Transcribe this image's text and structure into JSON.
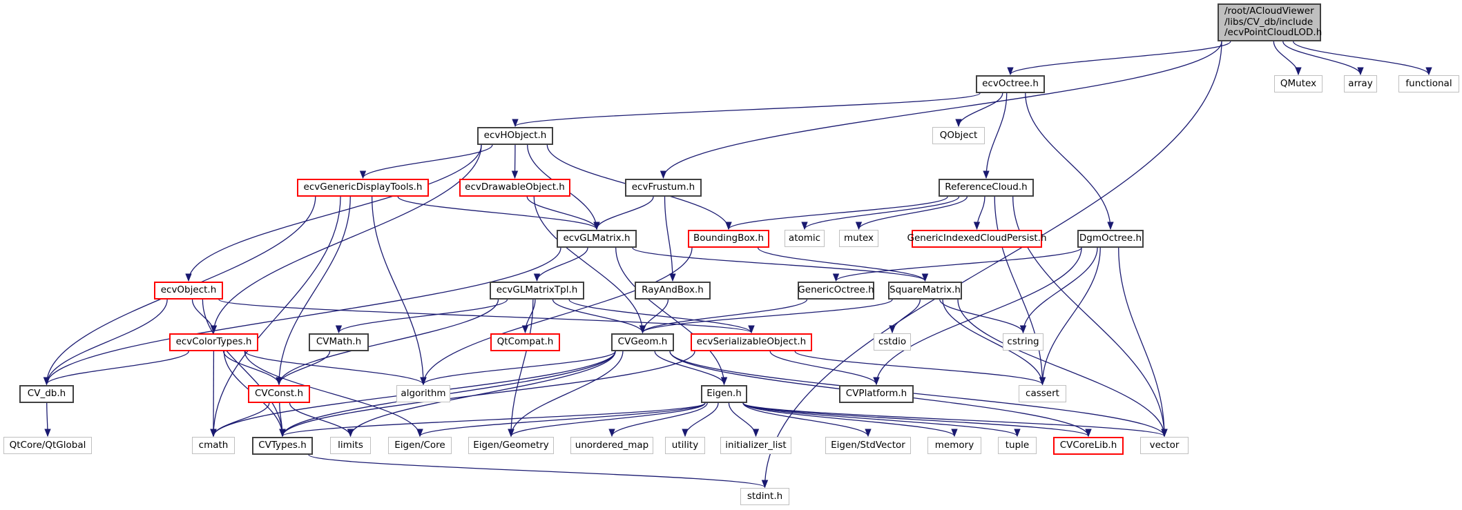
{
  "graph": {
    "title": "ecvPointCloudLOD.h include dependency graph",
    "edge_color": "#191970",
    "root": {
      "id": "root",
      "lines": [
        "/root/ACloudViewer",
        "/libs/CV_db/include",
        "/ecvPointCloudLOD.h"
      ]
    },
    "nodes": [
      {
        "id": "QMutex",
        "label": "QMutex",
        "kind": "system"
      },
      {
        "id": "array",
        "label": "array",
        "kind": "system"
      },
      {
        "id": "functional",
        "label": "functional",
        "kind": "system"
      },
      {
        "id": "ecvOctree",
        "label": "ecvOctree.h",
        "kind": "local"
      },
      {
        "id": "QObject",
        "label": "QObject",
        "kind": "system"
      },
      {
        "id": "ecvHObject",
        "label": "ecvHObject.h",
        "kind": "local"
      },
      {
        "id": "ecvGenericDisplayTools",
        "label": "ecvGenericDisplayTools.h",
        "kind": "incomplete"
      },
      {
        "id": "ecvDrawableObject",
        "label": "ecvDrawableObject.h",
        "kind": "incomplete"
      },
      {
        "id": "ecvFrustum",
        "label": "ecvFrustum.h",
        "kind": "local"
      },
      {
        "id": "ReferenceCloud",
        "label": "ReferenceCloud.h",
        "kind": "local"
      },
      {
        "id": "ecvGLMatrix",
        "label": "ecvGLMatrix.h",
        "kind": "local"
      },
      {
        "id": "BoundingBox",
        "label": "BoundingBox.h",
        "kind": "incomplete"
      },
      {
        "id": "atomic",
        "label": "atomic",
        "kind": "system"
      },
      {
        "id": "mutex",
        "label": "mutex",
        "kind": "system"
      },
      {
        "id": "GenericIndexedCloudPersist",
        "label": "GenericIndexedCloudPersist.h",
        "kind": "incomplete"
      },
      {
        "id": "DgmOctree",
        "label": "DgmOctree.h",
        "kind": "local"
      },
      {
        "id": "ecvObject",
        "label": "ecvObject.h",
        "kind": "incomplete"
      },
      {
        "id": "ecvGLMatrixTpl",
        "label": "ecvGLMatrixTpl.h",
        "kind": "local"
      },
      {
        "id": "RayAndBox",
        "label": "RayAndBox.h",
        "kind": "local"
      },
      {
        "id": "GenericOctree",
        "label": "GenericOctree.h",
        "kind": "local"
      },
      {
        "id": "SquareMatrix",
        "label": "SquareMatrix.h",
        "kind": "local"
      },
      {
        "id": "ecvColorTypes",
        "label": "ecvColorTypes.h",
        "kind": "incomplete"
      },
      {
        "id": "CVMath",
        "label": "CVMath.h",
        "kind": "local"
      },
      {
        "id": "QtCompat",
        "label": "QtCompat.h",
        "kind": "incomplete"
      },
      {
        "id": "CVGeom",
        "label": "CVGeom.h",
        "kind": "local"
      },
      {
        "id": "ecvSerializableObject",
        "label": "ecvSerializableObject.h",
        "kind": "incomplete"
      },
      {
        "id": "cstdio",
        "label": "cstdio",
        "kind": "system"
      },
      {
        "id": "cstring",
        "label": "cstring",
        "kind": "system"
      },
      {
        "id": "CV_db",
        "label": "CV_db.h",
        "kind": "local"
      },
      {
        "id": "CVConst",
        "label": "CVConst.h",
        "kind": "incomplete"
      },
      {
        "id": "algorithm",
        "label": "algorithm",
        "kind": "system"
      },
      {
        "id": "CVPlatform",
        "label": "CVPlatform.h",
        "kind": "local"
      },
      {
        "id": "Eigen",
        "label": "Eigen.h",
        "kind": "local"
      },
      {
        "id": "cassert",
        "label": "cassert",
        "kind": "system"
      },
      {
        "id": "QtGlobal",
        "label": "QtCore/QtGlobal",
        "kind": "system"
      },
      {
        "id": "cmath",
        "label": "cmath",
        "kind": "system"
      },
      {
        "id": "CVTypes",
        "label": "CVTypes.h",
        "kind": "local"
      },
      {
        "id": "limits",
        "label": "limits",
        "kind": "system"
      },
      {
        "id": "EigenCore",
        "label": "Eigen/Core",
        "kind": "system"
      },
      {
        "id": "EigenGeometry",
        "label": "Eigen/Geometry",
        "kind": "system"
      },
      {
        "id": "unordered_map",
        "label": "unordered_map",
        "kind": "system"
      },
      {
        "id": "utility",
        "label": "utility",
        "kind": "system"
      },
      {
        "id": "initializer_list",
        "label": "initializer_list",
        "kind": "system"
      },
      {
        "id": "EigenStdVector",
        "label": "Eigen/StdVector",
        "kind": "system"
      },
      {
        "id": "memory",
        "label": "memory",
        "kind": "system"
      },
      {
        "id": "tuple",
        "label": "tuple",
        "kind": "system"
      },
      {
        "id": "CVCoreLib",
        "label": "CVCoreLib.h",
        "kind": "incomplete"
      },
      {
        "id": "vector",
        "label": "vector",
        "kind": "system"
      },
      {
        "id": "stdint",
        "label": "stdint.h",
        "kind": "system"
      }
    ],
    "edges": [
      [
        "root",
        "ecvOctree"
      ],
      [
        "root",
        "ecvFrustum"
      ],
      [
        "root",
        "QMutex"
      ],
      [
        "root",
        "array"
      ],
      [
        "root",
        "functional"
      ],
      [
        "root",
        "stdint"
      ],
      [
        "ecvOctree",
        "ecvHObject"
      ],
      [
        "ecvOctree",
        "QObject"
      ],
      [
        "ecvOctree",
        "ReferenceCloud"
      ],
      [
        "ecvOctree",
        "DgmOctree"
      ],
      [
        "ecvHObject",
        "ecvGenericDisplayTools"
      ],
      [
        "ecvHObject",
        "ecvDrawableObject"
      ],
      [
        "ecvHObject",
        "ecvGLMatrix"
      ],
      [
        "ecvHObject",
        "BoundingBox"
      ],
      [
        "ecvHObject",
        "ecvObject"
      ],
      [
        "ecvHObject",
        "ecvColorTypes"
      ],
      [
        "ecvGenericDisplayTools",
        "ecvGLMatrix"
      ],
      [
        "ecvGenericDisplayTools",
        "CV_db"
      ],
      [
        "ecvGenericDisplayTools",
        "CVConst"
      ],
      [
        "ecvGenericDisplayTools",
        "algorithm"
      ],
      [
        "ecvGenericDisplayTools",
        "cmath"
      ],
      [
        "ecvDrawableObject",
        "ecvGLMatrix"
      ],
      [
        "ecvDrawableObject",
        "CVGeom"
      ],
      [
        "ecvFrustum",
        "ecvGLMatrix"
      ],
      [
        "ecvFrustum",
        "RayAndBox"
      ],
      [
        "ReferenceCloud",
        "BoundingBox"
      ],
      [
        "ReferenceCloud",
        "atomic"
      ],
      [
        "ReferenceCloud",
        "mutex"
      ],
      [
        "ReferenceCloud",
        "GenericIndexedCloudPersist"
      ],
      [
        "ReferenceCloud",
        "cassert"
      ],
      [
        "ReferenceCloud",
        "vector"
      ],
      [
        "ecvGLMatrix",
        "ecvGLMatrixTpl"
      ],
      [
        "ecvGLMatrix",
        "SquareMatrix"
      ],
      [
        "ecvGLMatrix",
        "Eigen"
      ],
      [
        "ecvGLMatrix",
        "CV_db"
      ],
      [
        "BoundingBox",
        "SquareMatrix"
      ],
      [
        "BoundingBox",
        "algorithm"
      ],
      [
        "DgmOctree",
        "GenericOctree"
      ],
      [
        "DgmOctree",
        "cstring"
      ],
      [
        "DgmOctree",
        "cassert"
      ],
      [
        "DgmOctree",
        "vector"
      ],
      [
        "DgmOctree",
        "CVPlatform"
      ],
      [
        "ecvObject",
        "ecvColorTypes"
      ],
      [
        "ecvObject",
        "CV_db"
      ],
      [
        "ecvObject",
        "ecvSerializableObject"
      ],
      [
        "ecvObject",
        "CVTypes"
      ],
      [
        "ecvGLMatrixTpl",
        "CVMath"
      ],
      [
        "ecvGLMatrixTpl",
        "QtCompat"
      ],
      [
        "ecvGLMatrixTpl",
        "CVGeom"
      ],
      [
        "ecvGLMatrixTpl",
        "ecvSerializableObject"
      ],
      [
        "ecvGLMatrixTpl",
        "CVConst"
      ],
      [
        "ecvGLMatrixTpl",
        "EigenGeometry"
      ],
      [
        "RayAndBox",
        "CVGeom"
      ],
      [
        "GenericOctree",
        "CVGeom"
      ],
      [
        "SquareMatrix",
        "CVGeom"
      ],
      [
        "SquareMatrix",
        "cstdio"
      ],
      [
        "SquareMatrix",
        "cstring"
      ],
      [
        "SquareMatrix",
        "cassert"
      ],
      [
        "SquareMatrix",
        "vector"
      ],
      [
        "ecvColorTypes",
        "CV_db"
      ],
      [
        "ecvColorTypes",
        "CVConst"
      ],
      [
        "ecvColorTypes",
        "algorithm"
      ],
      [
        "ecvColorTypes",
        "cmath"
      ],
      [
        "ecvColorTypes",
        "CVTypes"
      ],
      [
        "ecvColorTypes",
        "EigenCore"
      ],
      [
        "CVMath",
        "CVConst"
      ],
      [
        "CVGeom",
        "algorithm"
      ],
      [
        "CVGeom",
        "Eigen"
      ],
      [
        "CVGeom",
        "cmath"
      ],
      [
        "CVGeom",
        "CVTypes"
      ],
      [
        "CVGeom",
        "limits"
      ],
      [
        "CVGeom",
        "EigenGeometry"
      ],
      [
        "CVGeom",
        "CVCoreLib"
      ],
      [
        "CVGeom",
        "vector"
      ],
      [
        "ecvSerializableObject",
        "CVPlatform"
      ],
      [
        "ecvSerializableObject",
        "cassert"
      ],
      [
        "ecvSerializableObject",
        "CVTypes"
      ],
      [
        "CV_db",
        "QtGlobal"
      ],
      [
        "CVConst",
        "cmath"
      ],
      [
        "CVConst",
        "CVTypes"
      ],
      [
        "CVConst",
        "limits"
      ],
      [
        "Eigen",
        "EigenCore"
      ],
      [
        "Eigen",
        "EigenGeometry"
      ],
      [
        "Eigen",
        "unordered_map"
      ],
      [
        "Eigen",
        "utility"
      ],
      [
        "Eigen",
        "initializer_list"
      ],
      [
        "Eigen",
        "EigenStdVector"
      ],
      [
        "Eigen",
        "memory"
      ],
      [
        "Eigen",
        "tuple"
      ],
      [
        "Eigen",
        "CVCoreLib"
      ],
      [
        "Eigen",
        "vector"
      ],
      [
        "Eigen",
        "CVTypes"
      ],
      [
        "CVTypes",
        "stdint"
      ]
    ]
  }
}
